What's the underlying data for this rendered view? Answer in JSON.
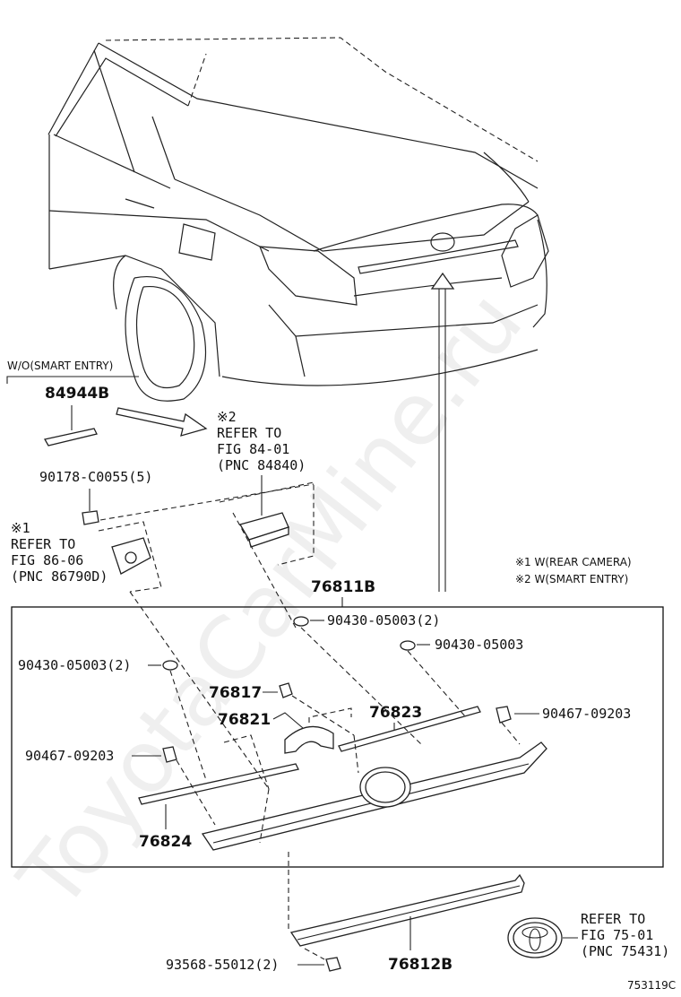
{
  "watermark": "ToyotaCarMine.ru",
  "group_label": "W/O(SMART ENTRY)",
  "legend": {
    "mark1": "※1 W(REAR CAMERA)",
    "mark2": "※2 W(SMART ENTRY)"
  },
  "refs": {
    "ref1": {
      "mark": "※1",
      "line1": "REFER TO",
      "line2": "FIG 86-06",
      "line3": "(PNC 86790D)"
    },
    "ref2": {
      "mark": "※2",
      "line1": "REFER TO",
      "line2": "FIG 84-01",
      "line3": "(PNC 84840)"
    },
    "ref3": {
      "line1": "REFER TO",
      "line2": "FIG 75-01",
      "line3": "(PNC 75431)"
    }
  },
  "parts": {
    "p84944B": "84944B",
    "p90178": "90178-C0055(5)",
    "p76811B": "76811B",
    "p90430_top": "90430-05003(2)",
    "p90430_right": "90430-05003",
    "p90430_left": "90430-05003(2)",
    "p76817": "76817",
    "p76821": "76821",
    "p76823": "76823",
    "p90467_right": "90467-09203",
    "p90467_left": "90467-09203",
    "p76824": "76824",
    "p93568": "93568-55012(2)",
    "p76812B": "76812B"
  },
  "figure_id": "753119C"
}
